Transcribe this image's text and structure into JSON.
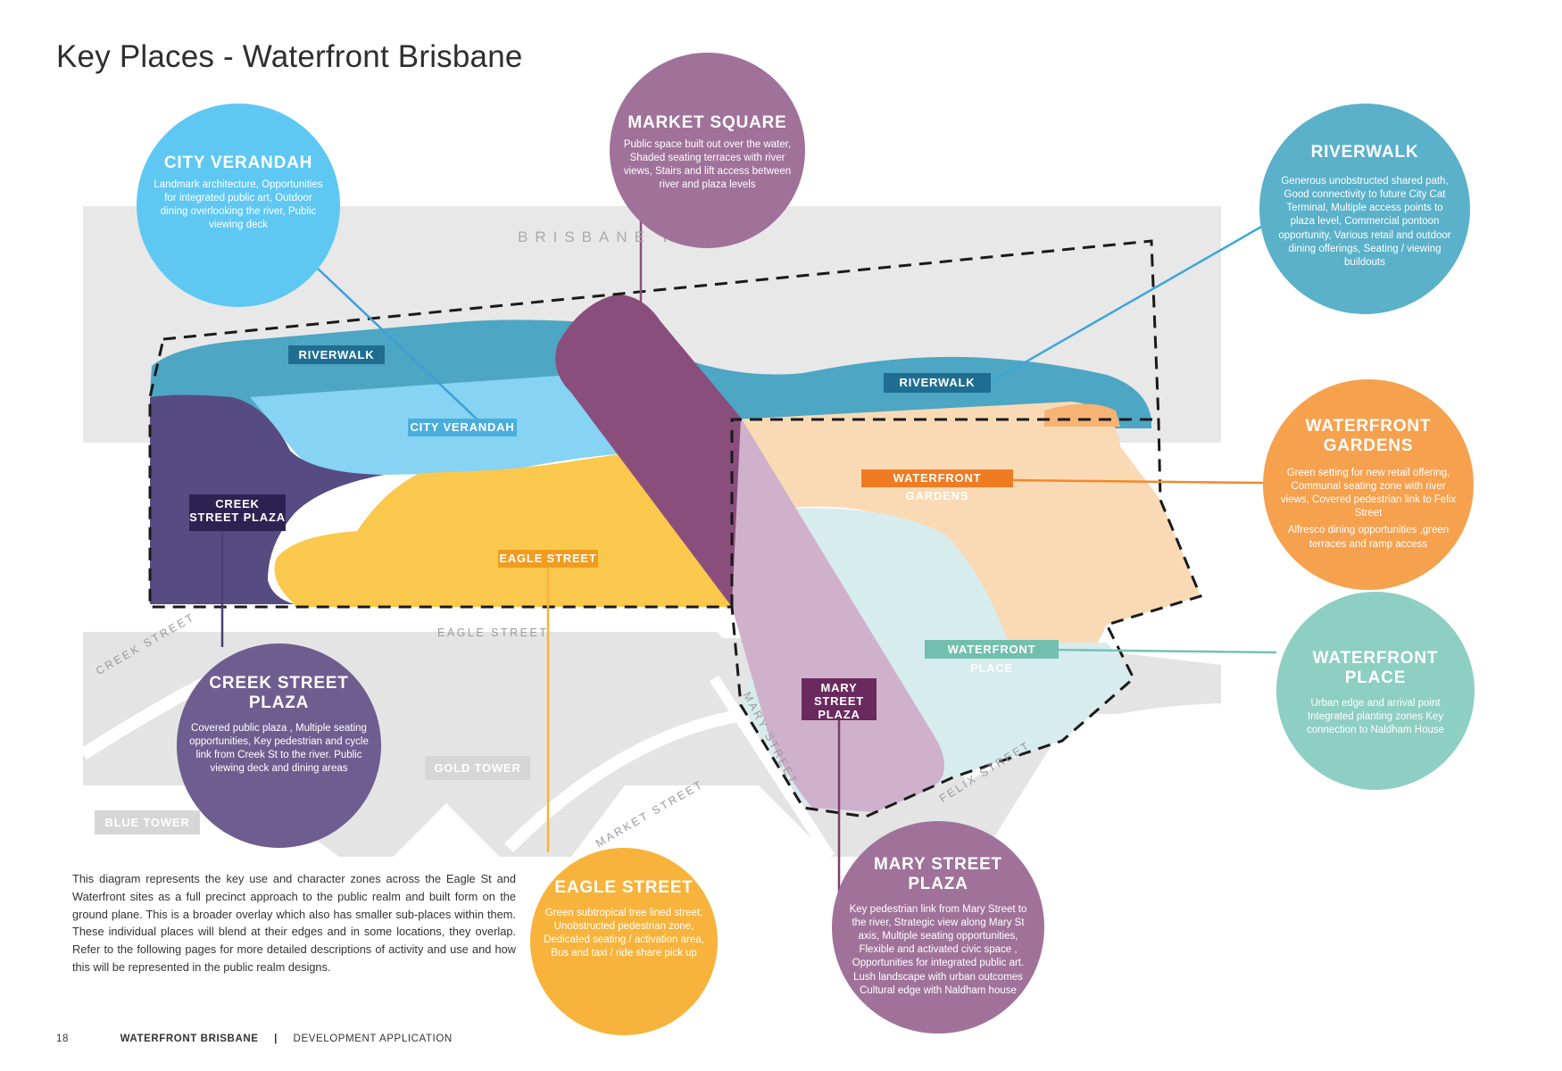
{
  "title": "Key Places - Waterfront Brisbane",
  "river_label": "BRISBANE RIVER",
  "streets": {
    "eagle": "EAGLE STREET",
    "creek": "CREEK STREET",
    "market": "MARKET STREET",
    "mary": "MARY STREET",
    "felix": "FELIX STREET"
  },
  "buildings": {
    "gold_tower": "GOLD TOWER",
    "blue_tower": "BLUE TOWER"
  },
  "zone_tags": {
    "riverwalk_1": "RIVERWALK",
    "riverwalk_2": "RIVERWALK",
    "city_verandah": "CITY VERANDAH",
    "creek_street_plaza": "CREEK STREET PLAZA",
    "eagle_street": "EAGLE STREET",
    "waterfront_gardens": "WATERFRONT GARDENS",
    "waterfront_place": "WATERFRONT PLACE",
    "mary_street_plaza": "MARY STREET PLAZA"
  },
  "places": {
    "city_verandah": {
      "title": "CITY VERANDAH",
      "description": "Landmark architecture, Opportunities for integrated public art, Outdoor dining overlooking the river, Public viewing deck",
      "color": "#5ec8f2"
    },
    "market_square": {
      "title": "MARKET SQUARE",
      "description": "Public space built out over the water, Shaded seating terraces with river views, Stairs and lift access between river and plaza levels",
      "color": "#a0729a"
    },
    "riverwalk": {
      "title": "RIVERWALK",
      "description": "Generous unobstructed shared path, Good connectivity to future City Cat Terminal, Multiple access points to plaza level, Commercial pontoon opportunity, Various retail and outdoor dining offerings, Seating / viewing buildouts",
      "color": "#5ab1c9"
    },
    "waterfront_gardens": {
      "title": "WATERFRONT GARDENS",
      "description": "Green setting for new retail offering, Communal seating zone with river views, Covered pedestrian link to Felix Street",
      "description_2": "Alfresco dining opportunities ,green terraces and ramp access",
      "color": "#f6a14e"
    },
    "waterfront_place": {
      "title": "WATERFRONT PLACE",
      "description": "Urban edge and arrival point Integrated planting zones Key connection to Naldham House",
      "color": "#8dcfc2"
    },
    "creek_street_plaza": {
      "title": "CREEK STREET PLAZA",
      "description": "Covered public plaza , Multiple seating opportunities, Key pedestrian and cycle link from Creek St to the river. Public viewing deck and dining areas",
      "color": "#6e5e8f"
    },
    "eagle_street": {
      "title": "EAGLE STREET",
      "description": "Green subtropical tree lined street, Unobstructed pedestrian zone, Dedicated seating / activation area, Bus and taxi / ride share pick up",
      "color": "#f7b33b"
    },
    "mary_street_plaza": {
      "title": "MARY STREET PLAZA",
      "description": "Key pedestrian link from Mary Street to the river, Strategic view along Mary St axis, Multiple seating opportunities, Flexible and activated civic space , Opportunities for integrated public art. Lush landscape with urban outcomes Cultural edge with Naldham house",
      "color": "#a0729a"
    }
  },
  "body_text": "This diagram represents the key use and character zones across the Eagle St and Waterfront sites as a full precinct approach to the public realm and built form on the ground plane.  This is a broader overlay which also has smaller sub-places within them.  These individual places will blend at their edges and in some locations, they overlap.  Refer to the following pages for more detailed descriptions of activity and use and how this will be represented in the public realm designs.",
  "footer": {
    "page_number": "18",
    "project": "WATERFRONT BRISBANE",
    "separator": "|",
    "document": "DEVELOPMENT APPLICATION"
  }
}
